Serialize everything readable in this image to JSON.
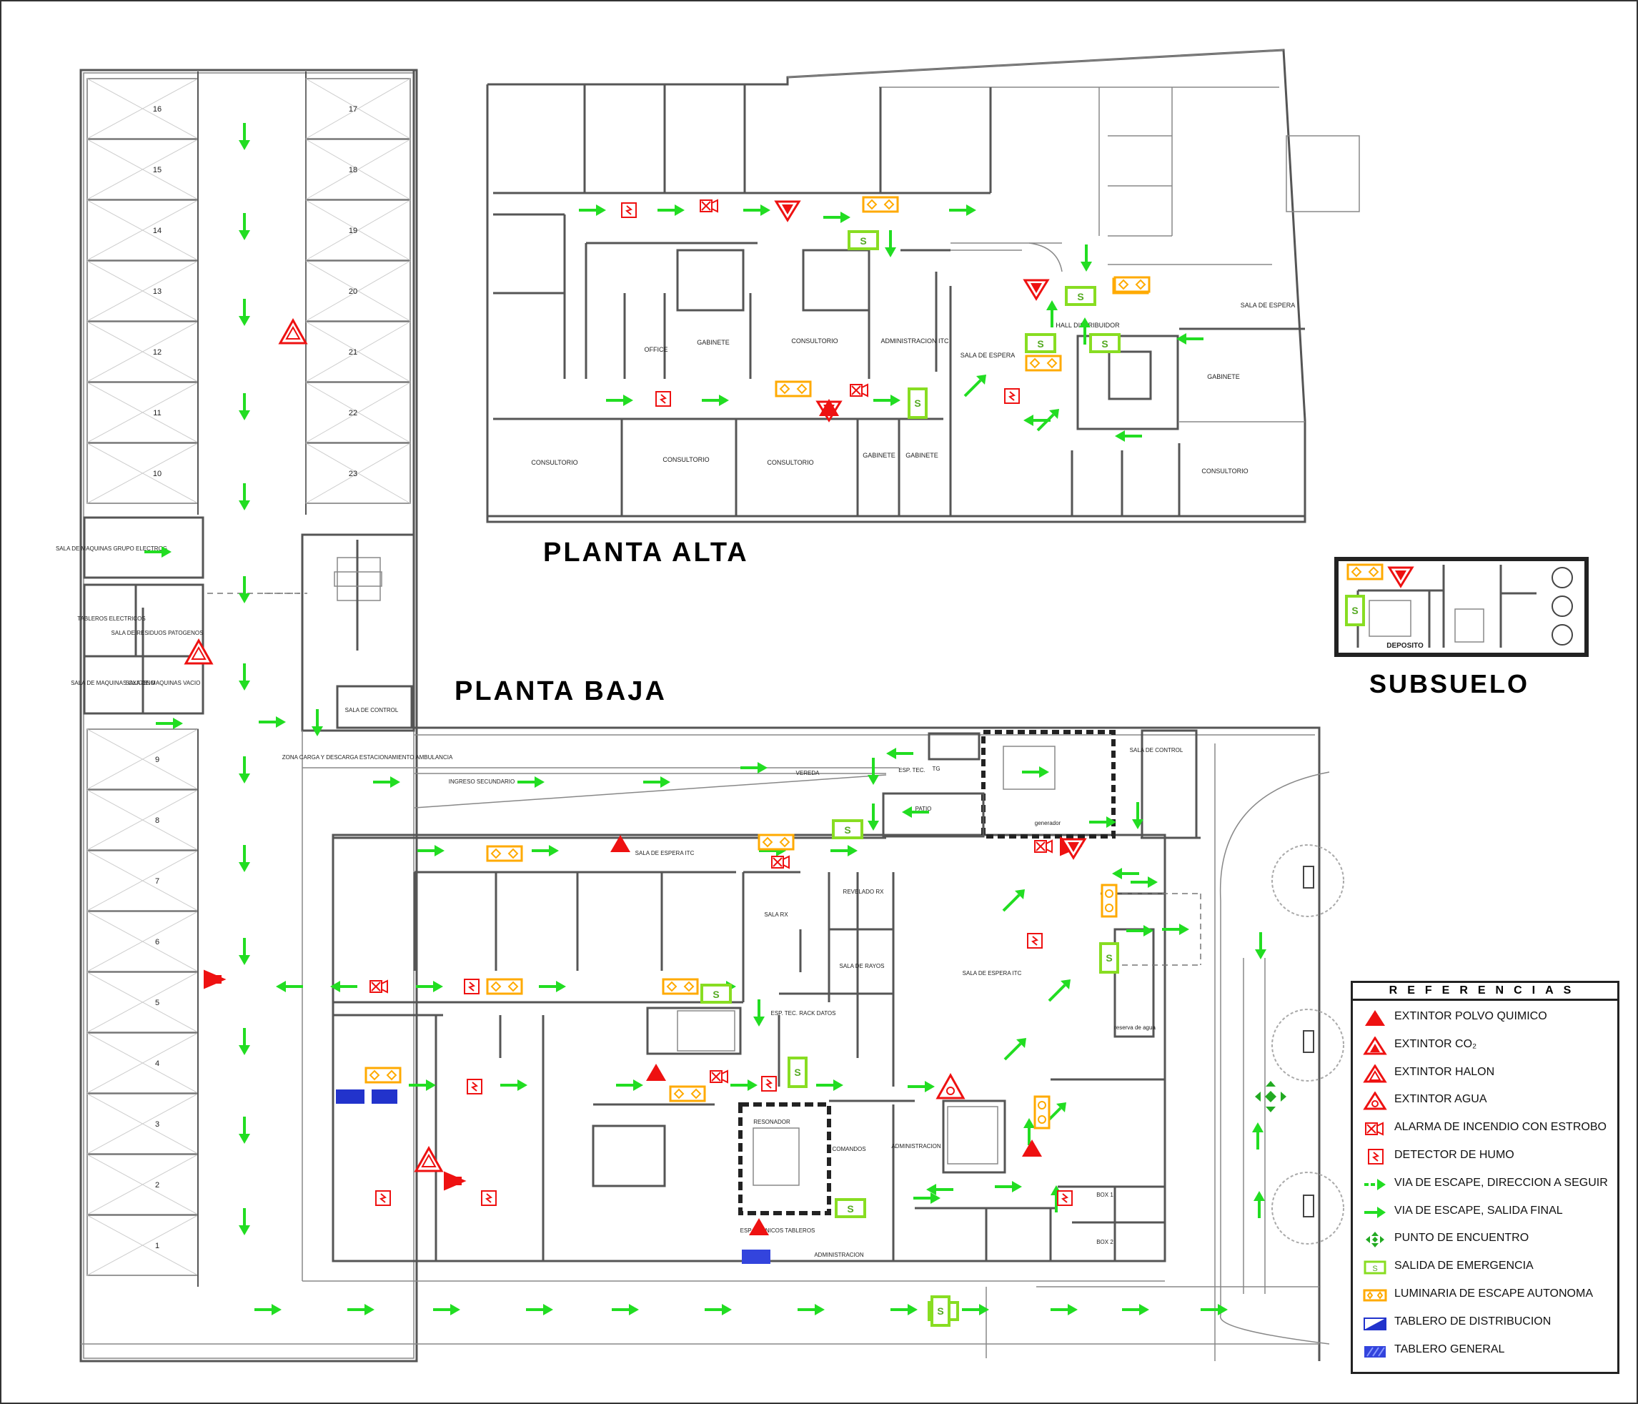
{
  "titles": {
    "upper": "PLANTA ALTA",
    "ground": "PLANTA BAJA",
    "basement": "SUBSUELO"
  },
  "legend": {
    "title": "REFERENCIAS",
    "items": [
      {
        "icon": "fire-extinguisher-powder-icon",
        "label": "EXTINTOR POLVO QUIMICO"
      },
      {
        "icon": "fire-extinguisher-co2-icon",
        "label": "EXTINTOR CO₂"
      },
      {
        "icon": "fire-extinguisher-halon-icon",
        "label": "EXTINTOR HALON"
      },
      {
        "icon": "fire-extinguisher-water-icon",
        "label": "EXTINTOR AGUA"
      },
      {
        "icon": "fire-alarm-strobe-icon",
        "label": "ALARMA DE INCENDIO CON ESTROBO"
      },
      {
        "icon": "smoke-detector-icon",
        "label": "DETECTOR DE HUMO"
      },
      {
        "icon": "escape-route-arrow-icon",
        "label": "VIA DE ESCAPE, DIRECCION A SEGUIR"
      },
      {
        "icon": "escape-route-final-exit-icon",
        "label": "VIA DE ESCAPE, SALIDA FINAL"
      },
      {
        "icon": "meeting-point-icon",
        "label": "PUNTO DE ENCUENTRO"
      },
      {
        "icon": "emergency-exit-sign-icon",
        "label": "SALIDA DE EMERGENCIA"
      },
      {
        "icon": "emergency-light-icon",
        "label": "LUMINARIA DE ESCAPE AUTONOMA"
      },
      {
        "icon": "distribution-board-icon",
        "label": "TABLERO DE DISTRIBUCION"
      },
      {
        "icon": "main-board-icon",
        "label": "TABLERO GENERAL"
      }
    ]
  },
  "colors": {
    "escape": "#22dd22",
    "exit_sign": "#88dd22",
    "light": "#ffaa00",
    "fire": "#ee1111",
    "board": "#2233cc"
  },
  "upper_rooms": [
    "OFFICE",
    "GABINETE",
    "CONSULTORIO",
    "ADMINISTRACION ITC",
    "SALA DE ESPERA",
    "HALL DISTRIBUIDOR",
    "SALA DE ESPERA",
    "GABINETE",
    "CONSULTORIO",
    "CONSULTORIO",
    "CONSULTORIO",
    "GABINETE",
    "GABINETE",
    "CONSULTORIO"
  ],
  "ground_rooms": [
    "SALA DE MAQUINAS GRUPO ELECTROG",
    "TABLEROS ELECTRICOS",
    "SALA DE RESIDUOS PATOGENOS",
    "SALA DE MAQUINAS OXIGENO",
    "SALA DE MAQUINAS VACIO",
    "SALA DE CONTROL",
    "ZONA CARGA Y DESCARGA ESTACIONAMIENTO AMBULANCIA",
    "INGRESO SECUNDARIO",
    "VEREDA",
    "ESP. TEC.",
    "TG",
    "PATIO",
    "SALA DE CONTROL",
    "generador",
    "SALA DE ESPERA ITC",
    "SALA RX",
    "REVELADO RX",
    "SALA DE RAYOS",
    "SALA DE ESPERA ITC",
    "ESP. TEC. RACK DATOS",
    "RESONADOR",
    "COMANDOS",
    "ADMINISTRACION",
    "ESP. TECNICOS TABLEROS",
    "ADMINISTRACION",
    "BOX 1",
    "BOX 2",
    "reserva de agua"
  ],
  "basement_rooms": [
    "DEPOSITO"
  ],
  "parking_left": [
    "16",
    "15",
    "14",
    "13",
    "12",
    "11",
    "10",
    "9",
    "8",
    "7",
    "6",
    "5",
    "4",
    "3",
    "2",
    "1"
  ],
  "parking_right": [
    "17",
    "18",
    "19",
    "20",
    "21",
    "22",
    "23"
  ]
}
